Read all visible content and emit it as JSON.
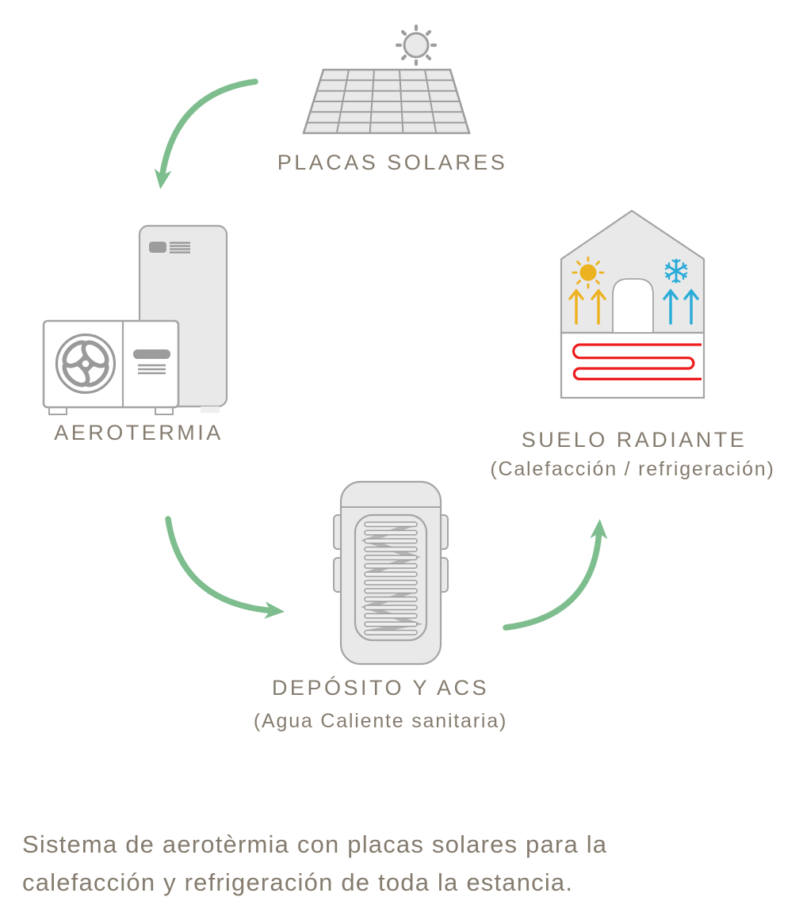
{
  "diagram": {
    "nodes": {
      "placas_solares": {
        "label": "PLACAS SOLARES",
        "icon": "solar-panel-icon"
      },
      "aerotermia": {
        "label": "AEROTERMIA",
        "icon": "heat-pump-icon"
      },
      "suelo_radiante": {
        "label": "SUELO RADIANTE",
        "sublabel": "(Calefacción / refrigeración)",
        "icon": "house-radiant-floor-icon"
      },
      "deposito": {
        "label": "DEPÓSITO Y ACS",
        "sublabel": "(Agua Caliente sanitaria)",
        "icon": "water-tank-icon"
      }
    },
    "arrows": [
      {
        "from": "placas_solares",
        "to": "aerotermia"
      },
      {
        "from": "aerotermia",
        "to": "deposito"
      },
      {
        "from": "deposito",
        "to": "suelo_radiante"
      }
    ],
    "caption": {
      "line1": "Sistema de aerotèrmia con placas solares para la",
      "line2": "calefacción y refrigeración de toda la estancia."
    }
  },
  "colors": {
    "arrow_green": "#7ebd8e",
    "icon_stroke_gray": "#a5a5a5",
    "icon_detail_gray": "#9c9c9c",
    "icon_fill_gray": "#e9e9e9",
    "text_gray_brown": "#857c6f",
    "sun_yellow": "#ecb220",
    "cool_blue": "#2aabd8",
    "pipe_red": "#ee1c1c"
  }
}
